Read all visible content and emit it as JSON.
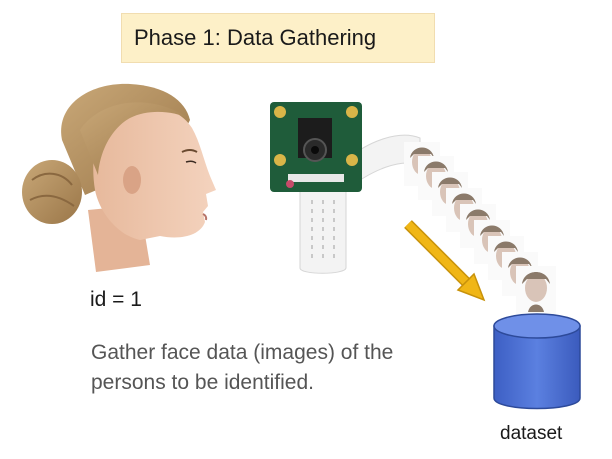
{
  "slide": {
    "title": "Phase 1: Data Gathering",
    "id_label": "id = 1",
    "description": "Gather face data (images) of the persons to be identified.",
    "dataset_label": "dataset"
  },
  "colors": {
    "title_background": "#fdf0c8",
    "arrow": "#f0b616",
    "cylinder": "#4a6fd4",
    "camera_board": "#1f5c3a"
  },
  "icons": [
    "person-profile-icon",
    "camera-module-icon",
    "face-images-stack-icon",
    "arrow-icon",
    "database-cylinder-icon"
  ],
  "face_images_count": 9
}
